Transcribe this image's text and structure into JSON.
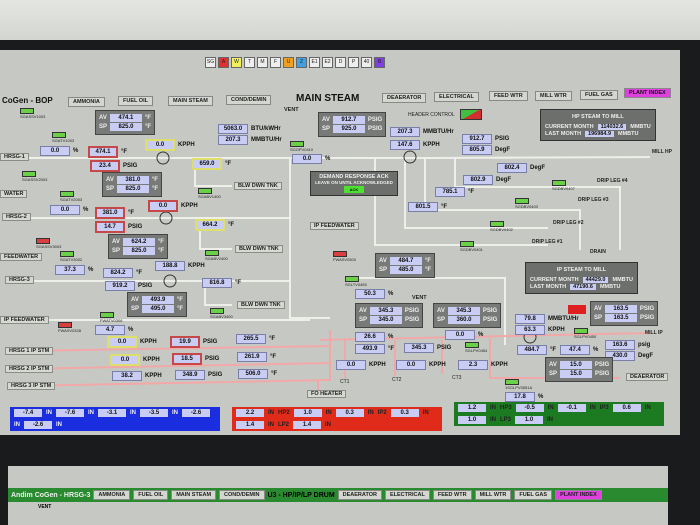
{
  "toolbar": {
    "buttons": [
      "SG",
      "A",
      "W",
      "T",
      "M",
      "F",
      "U",
      "Z",
      "E1",
      "E2",
      "D",
      "P",
      "40",
      "B"
    ]
  },
  "header": {
    "app_title": "CoGen - BOP",
    "screen_title": "MAIN STEAM",
    "plant_index": "PLANT INDEX",
    "nav": [
      "AMMONIA",
      "FUEL OIL",
      "MAIN STEAM",
      "COND/DEMIN",
      "DEAERATOR",
      "ELECTRICAL",
      "FEED WTR",
      "MILL WTR",
      "FUEL GAS"
    ]
  },
  "colors": {
    "accent_plant_index": "#e040e0",
    "valve_open": "#6ad048",
    "valve_closed": "#d84040",
    "readout": "#c9cdf3",
    "alarm": "#e02020"
  },
  "readouts": [
    {
      "v": "474.1",
      "u": "°F"
    },
    {
      "v": "23.4",
      "u": "PSIG"
    },
    {
      "v": "0.0",
      "u": "KPPH"
    },
    {
      "v": "0.0",
      "u": "%"
    },
    {
      "v": "659.0",
      "u": "°F"
    },
    {
      "v": "0.0",
      "u": "%"
    },
    {
      "v": "381.0",
      "u": "°F"
    },
    {
      "v": "14.7",
      "u": "PSIG"
    },
    {
      "v": "0.0",
      "u": "KPPH"
    },
    {
      "v": "664.2",
      "u": "°F"
    },
    {
      "v": "37.3",
      "u": "%"
    },
    {
      "v": "188.8",
      "u": "KPPH"
    },
    {
      "v": "824.2",
      "u": "°F"
    },
    {
      "v": "919.2",
      "u": "PSIG"
    },
    {
      "v": "816.8",
      "u": "°F"
    },
    {
      "v": "4.7",
      "u": "%"
    },
    {
      "v": "0.0",
      "u": "KPPH"
    },
    {
      "v": "19.9",
      "u": "PSIG"
    },
    {
      "v": "265.5",
      "u": "°F"
    },
    {
      "v": "0.0",
      "u": "KPPH"
    },
    {
      "v": "18.5",
      "u": "PSIG"
    },
    {
      "v": "261.9",
      "u": "°F"
    },
    {
      "v": "38.2",
      "u": "KPPH"
    },
    {
      "v": "348.9",
      "u": "PSIG"
    },
    {
      "v": "506.0",
      "u": "°F"
    },
    {
      "v": "5063.0",
      "u": "BTU/kWHr"
    },
    {
      "v": "207.3",
      "u": "MMBTU/Hr"
    },
    {
      "v": "0.0",
      "u": "%"
    },
    {
      "v": "207.3",
      "u": "MMBTU/Hr"
    },
    {
      "v": "147.6",
      "u": "KPPH"
    },
    {
      "v": "912.7",
      "u": "PSIG"
    },
    {
      "v": "805.9",
      "u": "DegF"
    },
    {
      "v": "802.4",
      "u": "DegF"
    },
    {
      "v": "802.9",
      "u": "DegF"
    },
    {
      "v": "785.1",
      "u": "°F"
    },
    {
      "v": "801.5",
      "u": "°F"
    },
    {
      "v": "50.3",
      "u": "%"
    },
    {
      "v": "26.6",
      "u": "%"
    },
    {
      "v": "0.0",
      "u": "%"
    },
    {
      "v": "493.9",
      "u": "°F"
    },
    {
      "v": "345.3",
      "u": "PSIG"
    },
    {
      "v": "0.0",
      "u": "KPPH"
    },
    {
      "v": "0.0",
      "u": "KPPH"
    },
    {
      "v": "2.3",
      "u": "KPPH"
    },
    {
      "v": "79.8",
      "u": "MMBTU/Hr"
    },
    {
      "v": "63.3",
      "u": "KPPH"
    },
    {
      "v": "484.7",
      "u": "°F"
    },
    {
      "v": "47.4",
      "u": "%"
    },
    {
      "v": "163.6",
      "u": "psig"
    },
    {
      "v": "430.0",
      "u": "DegF"
    },
    {
      "v": "17.8",
      "u": "%"
    }
  ],
  "avsp": [
    {
      "av": "474.1",
      "sp": "825.0",
      "u": "°F"
    },
    {
      "av": "381.0",
      "sp": "825.0",
      "u": "°F"
    },
    {
      "av": "624.2",
      "sp": "825.0",
      "u": "°F"
    },
    {
      "av": "493.9",
      "sp": "495.0",
      "u": "°F"
    },
    {
      "av": "912.7",
      "sp": "925.0",
      "u": "PSIG"
    },
    {
      "av": "484.7",
      "sp": "485.0",
      "u": "°F"
    },
    {
      "av": "345.3",
      "sp": "345.0",
      "u": "PSIG"
    },
    {
      "av": "345.3",
      "sp": "360.0",
      "u": "PSIG"
    },
    {
      "av": "163.5",
      "sp": "163.5",
      "u": "PSIG"
    },
    {
      "av": "15.0",
      "sp": "15.0",
      "u": "PSIG"
    }
  ],
  "labels": {
    "av": "AV",
    "sp": "SP"
  },
  "tags": [
    "HRSG-1",
    "WATER",
    "HRSG-2",
    "FEEDWATER",
    "HRSG-3",
    "IP FEEDWATER",
    "HRSG 1 IP STM",
    "HRSG 2 IP STM",
    "HRSG 3 IP STM",
    "BLW DWN TNK",
    "BLW DWN TNK",
    "BLW DWN TNK",
    "FO HEATER",
    "IP FEEDWATER",
    "DEAERATOR"
  ],
  "text": {
    "vent1": "VENT",
    "vent2": "VENT",
    "header_control": "HEADER CONTROL",
    "mill_hp": "MILL HP",
    "mill_ip": "MILL IP",
    "drip4": "DRIP LEG #4",
    "drip3": "DRIP LEG #3",
    "drip2": "DRIP LEG #2",
    "drip1": "DRIP LEG #1",
    "drain": "DRAIN",
    "ct1": "CT1",
    "ct2": "CT2",
    "ct3": "CT3",
    "demand_line1": "DEMAND RESPONSE ACK",
    "demand_line2": "LEAVE ON UNTIL ACKNOWLEDGED",
    "demand_btn": "ACK"
  },
  "valves": [
    "SGASSV1003",
    "SGATV1003",
    "SGASSV2003",
    "SGATV2003",
    "SGASSV3003",
    "SGATV3002",
    "SGABV1400",
    "SGABV2400",
    "SGABV3400",
    "FWASV0328",
    "FWATV0306",
    "SGOPV0410",
    "SGDBV0407",
    "SGDBV0403",
    "SGDBV0402",
    "SGDBV0401",
    "FWASV0300",
    "SGLTV0455",
    "SGLPV0454",
    "SGLPV0450",
    "1SGLPV0551A"
  ],
  "hp_mill": {
    "title": "HP STEAM TO MILL",
    "current_label": "CURRENT MONTH",
    "current": "114032.6",
    "last_label": "LAST MONTH",
    "last": "196984.9",
    "unit": "MMBTU"
  },
  "ip_mill": {
    "title": "IP STEAM TO MILL",
    "current_label": "CURRENT MONTH",
    "current": "44429.0",
    "last_label": "LAST MONTH",
    "last": "47190.6",
    "unit": "MMBTU"
  },
  "bottom": {
    "unit": "IN",
    "blue": [
      "-7.4",
      "-7.6",
      "-3.1",
      "-3.5",
      "-2.6",
      "-2.6"
    ],
    "red": [
      "2.2",
      "1.0",
      "0.3",
      "0.3",
      "1.4",
      "1.4"
    ],
    "green": [
      "1.2",
      "-0.5",
      "-0.1",
      "0.6",
      "1.0",
      "1.0"
    ],
    "red_labels": [
      "HP2",
      "IP2",
      "LP2"
    ],
    "green_labels": [
      "HP3",
      "IP3",
      "LP3"
    ]
  },
  "monitor2": {
    "app_title": "Andim CoGen - HRSG-3",
    "screen_title": "U3 - HP/IP/LP DRUM",
    "plant_index": "PLANT INDEX",
    "nav": [
      "AMMONIA",
      "FUEL OIL",
      "MAIN STEAM",
      "COND/DEMIN",
      "DEAERATOR",
      "ELECTRICAL",
      "FEED WTR",
      "MILL WTR",
      "FUEL GAS"
    ],
    "vent": "VENT"
  }
}
